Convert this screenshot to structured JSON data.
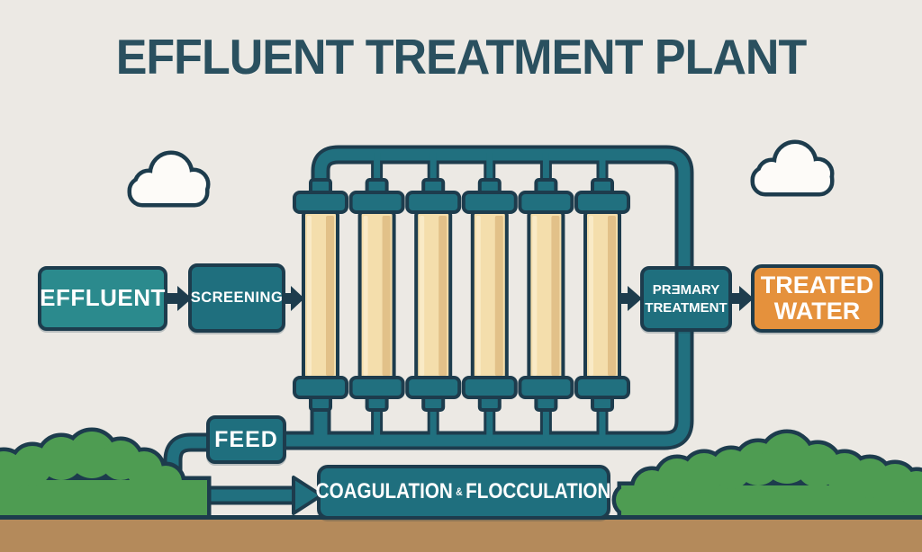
{
  "title": "EFFLUENT TREATMENT PLANT",
  "nodes": {
    "effluent": {
      "label": "EFFLUENT"
    },
    "screening": {
      "label": "SCREENING"
    },
    "primary_treatment": {
      "line1": "PRƎMARY",
      "line2": "TREATMENT"
    },
    "treated_water": {
      "line1": "TREATED",
      "line2": "WATER"
    },
    "feed": {
      "label": "FEED"
    },
    "coagulation_flocculation": {
      "word1": "COAGULATION",
      "sep": "&",
      "word2": "FLOCCULATION"
    }
  },
  "scene": {
    "filter_columns": 6,
    "column_centers": [
      356,
      418.6,
      481.2,
      543.8,
      606.4,
      669
    ],
    "clouds": 2,
    "bushes": 2,
    "icons": [
      "cloud-icon",
      "bush-icon",
      "pipe-network",
      "filter-column",
      "flow-arrow"
    ]
  },
  "colors": {
    "background": "#ECE9E4",
    "outline_navy": "#1D3C4D",
    "pipe_teal": "#21707F",
    "box_teal": "#1F6F7E",
    "effluent_teal": "#2B8A8D",
    "accent_orange": "#E5913C",
    "column_body_cream": "#F4DEAC",
    "column_shade": "#E2C189",
    "column_highlight": "#F9EAC6",
    "bush_green": "#4E9C52",
    "ground_brown": "#B48A5B",
    "cloud_white": "#FDFBF8",
    "title_color": "#2A505F"
  }
}
